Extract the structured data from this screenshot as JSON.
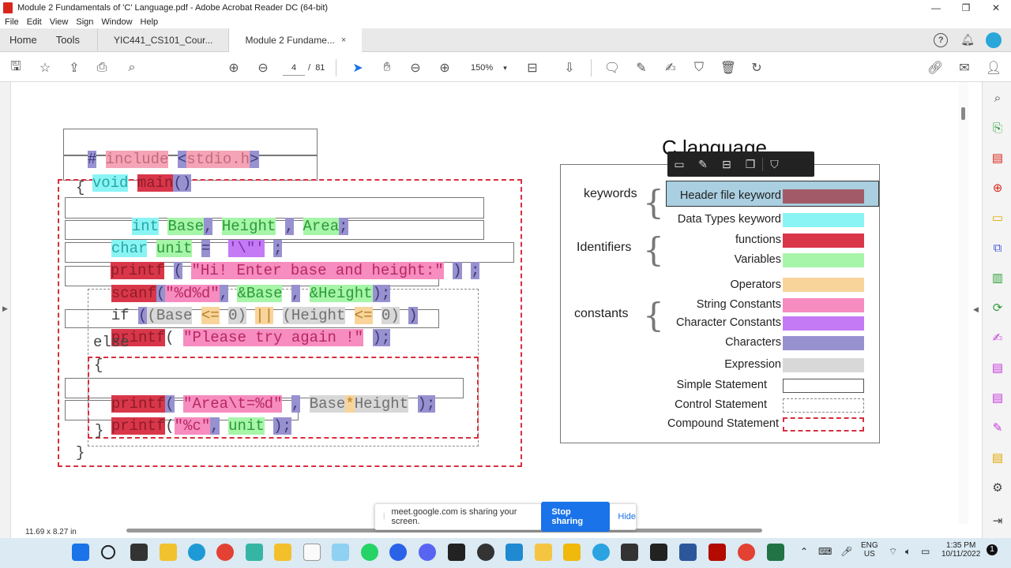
{
  "window": {
    "title": "Module 2 Fundamentals of 'C' Language.pdf - Adobe Acrobat Reader DC (64-bit)",
    "minimize": "—",
    "maximize": "❐",
    "close": "✕"
  },
  "menu": [
    "File",
    "Edit",
    "View",
    "Sign",
    "Window",
    "Help"
  ],
  "nav": {
    "home": "Home",
    "tools": "Tools"
  },
  "tabs": [
    {
      "label": "YIC441_CS101_Cour..."
    },
    {
      "label": "Module 2 Fundame...",
      "close": "×"
    }
  ],
  "toolbar": {
    "page_current": "4",
    "page_sep": "/",
    "page_total": "81",
    "zoom": "150%"
  },
  "code": {
    "line1": [
      "#",
      "include",
      "<",
      "stdio.h",
      ">"
    ],
    "line2": [
      "void",
      "main",
      "()"
    ],
    "open_brace": "{",
    "line3": [
      "int",
      "Base",
      ",",
      "Height",
      ",",
      "Area",
      ";"
    ],
    "line4": [
      "char",
      "unit",
      "=",
      "'\\\"'",
      ";"
    ],
    "line5": [
      "printf",
      "(",
      "\"Hi! Enter base and height:\"",
      ")",
      ";"
    ],
    "line6": [
      "scanf",
      "(",
      "\"%d%d\"",
      ",",
      "&Base",
      ",",
      "&Height",
      ");"
    ],
    "line7": [
      "if",
      "(",
      "(Base",
      "<=",
      "0)",
      "||",
      "(Height",
      "<=",
      "0)",
      ")"
    ],
    "line8": [
      "printf",
      "(",
      "\"Please try again !\"",
      ");"
    ],
    "line9": "else",
    "inner_open": "{",
    "line10": [
      "printf",
      "(",
      "\"Area\\t=%d\"",
      ",",
      "Base",
      "*",
      "Height",
      ");"
    ],
    "line11": [
      "printf",
      "(",
      "\"%c\"",
      ",",
      "unit",
      ");"
    ],
    "inner_close": "}",
    "close_brace": "}"
  },
  "legend": {
    "title": "C language",
    "groups": {
      "keywords": "keywords",
      "identifiers": "Identifiers",
      "constants": "constants"
    },
    "items": [
      "Header file keyword",
      "Data Types keyword",
      "functions",
      "Variables",
      "Operators",
      "String Constants",
      "Character Constants",
      "Characters",
      "Expression",
      "Simple Statement",
      "Control Statement",
      "Compound Statement"
    ],
    "colors": {
      "header": "#a35a68",
      "datatype": "#8af4f4",
      "function": "#d9364a",
      "variable": "#a6f5a8",
      "operator": "#f8d49a",
      "string": "#f68cbf",
      "char_const": "#c47af5",
      "characters": "#9891cf",
      "expression": "#d8d8d8",
      "compound": "#d6303e"
    }
  },
  "status": {
    "page_size": "11.69 x 8.27 in"
  },
  "meet": {
    "message": "meet.google.com is sharing your screen.",
    "stop": "Stop sharing",
    "hide": "Hide"
  },
  "taskbar": {
    "lang1": "ENG",
    "lang2": "US",
    "time": "1:35 PM",
    "date": "10/11/2022",
    "notif": "1"
  }
}
